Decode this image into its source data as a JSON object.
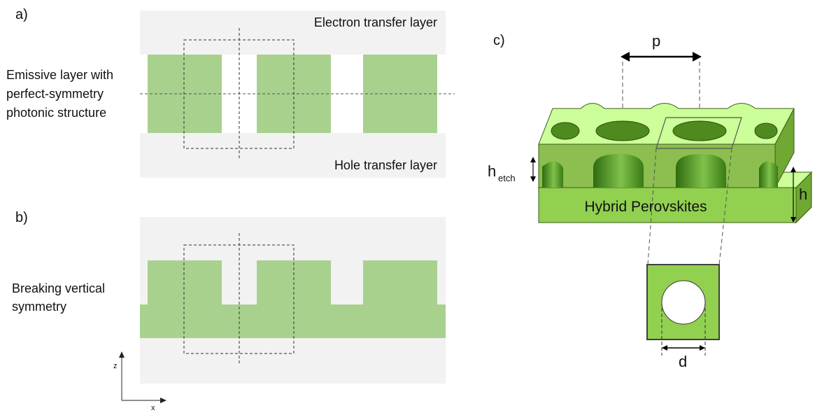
{
  "panels": {
    "a": "a)",
    "b": "b)",
    "c": "c)"
  },
  "panel_a": {
    "top_layer": "Electron transfer layer",
    "bottom_layer": "Hole transfer layer",
    "emissive_line1": "Emissive layer with",
    "emissive_line2": "perfect-symmetry",
    "emissive_line3": "photonic structure"
  },
  "panel_b": {
    "label_line1": "Breaking vertical",
    "label_line2": "symmetry"
  },
  "axes": {
    "z": "z",
    "x": "x"
  },
  "panel_c": {
    "pitch": "p",
    "etch_h": "h",
    "etch_sub": "etch",
    "height": "h",
    "material": "Hybrid Perovskites",
    "diameter": "d"
  },
  "colors": {
    "green_light": "#a9d18e",
    "gray_layer": "#f2f2f2",
    "green_top": "#ccff99",
    "green_side": "#8cbf4f",
    "green_hole": "#4e8a1e",
    "green_cell": "#92d050"
  }
}
